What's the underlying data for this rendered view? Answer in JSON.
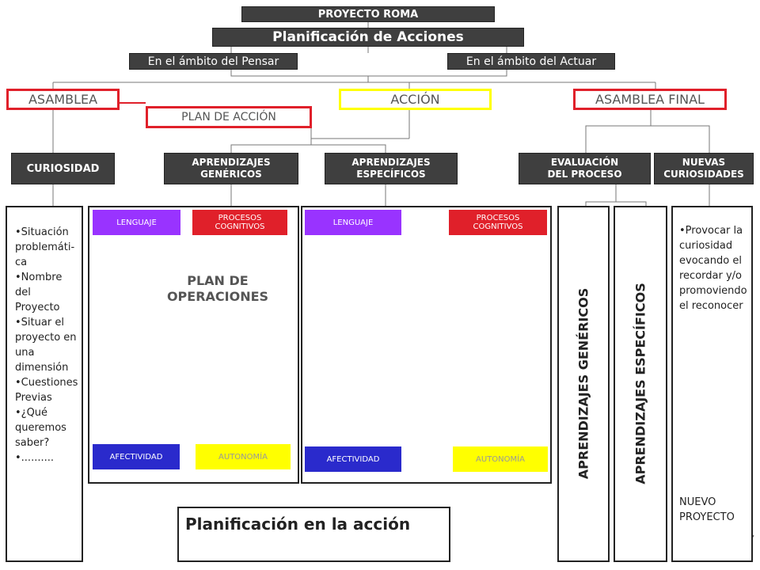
{
  "header": {
    "project": "PROYECTO ROMA",
    "title": "Planificación de Acciones",
    "scope_left": "En el ámbito del Pensar",
    "scope_right": "En el ámbito del Actuar"
  },
  "phases": {
    "asamblea": "ASAMBLEA",
    "accion": "ACCIÓN",
    "asamblea_final": "ASAMBLEA FINAL",
    "plan_accion": "PLAN DE ACCIÓN"
  },
  "subheads": {
    "curiosidad": "CURIOSIDAD",
    "aprend_gen": [
      "APRENDIZAJES",
      "GENÉRICOS"
    ],
    "aprend_esp": [
      "APRENDIZAJES",
      "ESPECÍFICOS"
    ],
    "evaluacion": [
      "EVALUACIÓN",
      "DEL  PROCESO"
    ],
    "nuevas": [
      "NUEVAS",
      "CURIOSIDADES"
    ]
  },
  "left_list": [
    "Situación problemáti-ca",
    "Nombre del Proyecto",
    "Situar el proyecto en una dimensión",
    "Cuestiones Previas",
    "¿Qué queremos saber?",
    ".........."
  ],
  "panel_gen": {
    "lenguaje": "LENGUAJE",
    "procesos": [
      "PROCESOS",
      "COGNITIVOS"
    ],
    "afectividad": "AFECTIVIDAD",
    "autonomia": "AUTONOMÍA",
    "plan": [
      "PLAN DE",
      "OPERACIONES"
    ]
  },
  "panel_esp": {
    "lenguaje": "LENGUAJE",
    "procesos": [
      "PROCESOS",
      "COGNITIVOS"
    ],
    "afectividad": "AFECTIVIDAD",
    "autonomia": "AUTONOMÍA"
  },
  "vertical": {
    "genericos": "APRENDIZAJES GENÉRICOS",
    "especificos": "APRENDIZAJES ESPECÍFICOS"
  },
  "right_text": [
    "Provocar la curiosidad evocando el recordar y/o promoviendo el reconocer"
  ],
  "nuevo_proyecto": [
    "NUEVO",
    "PROYECTO"
  ],
  "footer": "Planificación en la acción",
  "colors": {
    "dark": "#3f3f3f",
    "red": "#e0202a",
    "yellow": "#ffff00",
    "purple": "#9933ff",
    "blue": "#2a2acc",
    "arrow": "#454545"
  }
}
